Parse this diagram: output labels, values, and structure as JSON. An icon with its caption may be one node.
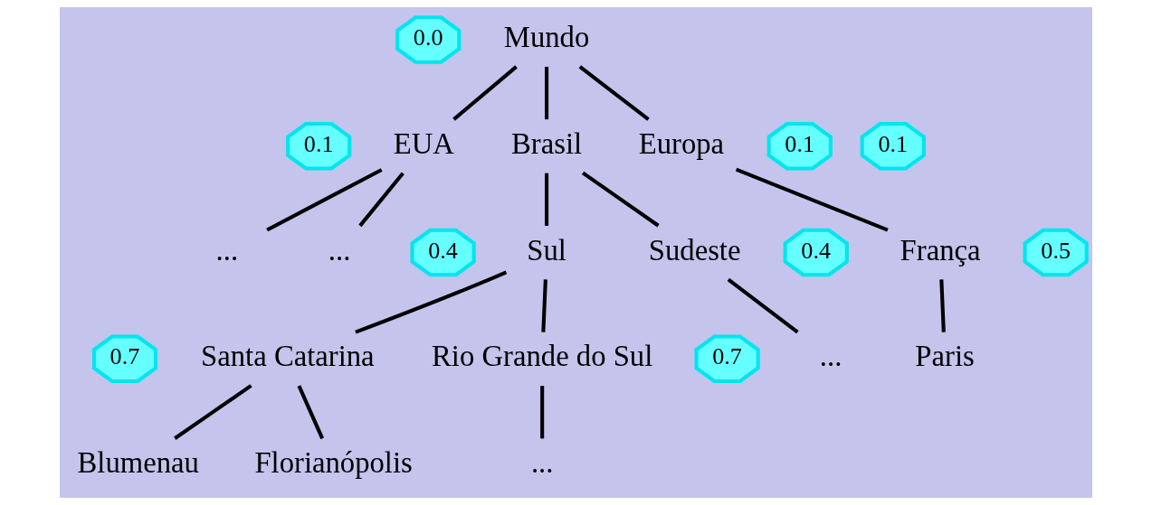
{
  "diagram": {
    "nodes": [
      {
        "text": [
          "0.0"
        ]
      },
      {
        "text": [
          "Mundo"
        ]
      },
      {
        "text": [
          "0.1"
        ]
      },
      {
        "text": [
          "Brasil"
        ]
      },
      {
        "text": [
          "EUA"
        ]
      },
      {
        "text": [
          "0.1"
        ]
      },
      {
        "text": [
          "Europa"
        ]
      },
      {
        "text": [
          "0.1"
        ]
      },
      {
        "text": [
          "0.4"
        ]
      },
      {
        "text": [
          "Sul"
        ]
      },
      {
        "text": [
          "Sudeste"
        ]
      },
      {
        "text": [
          "0.4"
        ]
      },
      {
        "text": [
          "..."
        ]
      },
      {
        "text": [
          "..."
        ]
      },
      {
        "text": [
          "França"
        ]
      },
      {
        "text": [
          "0.5"
        ]
      },
      {
        "text": [
          "0.7"
        ]
      },
      {
        "text": [
          "Santa Catarina"
        ]
      },
      {
        "text": [
          "Rio Grande do Sul"
        ]
      },
      {
        "text": [
          "0.7"
        ]
      },
      {
        "text": [
          "..."
        ]
      },
      {
        "text": [
          "Paris"
        ]
      },
      {
        "text": [
          "Florianópolis"
        ]
      },
      {
        "text": [
          "Blumenau"
        ]
      },
      {
        "text": [
          "..."
        ]
      }
    ],
    "edges": [
      {
        "from": 1,
        "to": 3,
        "arrow": "none"
      },
      {
        "from": 1,
        "to": 4,
        "arrow": "none"
      },
      {
        "from": 1,
        "to": 6,
        "arrow": "none"
      },
      {
        "from": 3,
        "to": 9,
        "arrow": "none"
      },
      {
        "from": 3,
        "to": 10,
        "arrow": "none"
      },
      {
        "from": 4,
        "to": 12,
        "arrow": "none"
      },
      {
        "from": 4,
        "to": 13,
        "arrow": "none"
      },
      {
        "from": 6,
        "to": 14,
        "arrow": "none"
      },
      {
        "from": 9,
        "to": 17,
        "arrow": "none"
      },
      {
        "from": 9,
        "to": 18,
        "arrow": "none"
      },
      {
        "from": 10,
        "to": 20,
        "arrow": "none"
      },
      {
        "from": 14,
        "to": 21,
        "arrow": "none"
      },
      {
        "from": 17,
        "to": 22,
        "arrow": "none"
      },
      {
        "from": 17,
        "to": 23,
        "arrow": "none"
      },
      {
        "from": 18,
        "to": 24,
        "arrow": "none"
      }
    ]
  }
}
